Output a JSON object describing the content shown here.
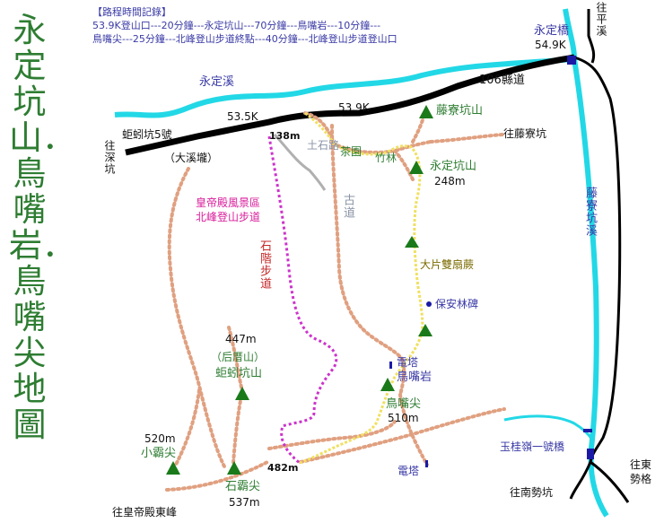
{
  "title": "永定坑山．鳥嘴岩．鳥嘴尖地圖",
  "legend": {
    "heading": "【路程時間記錄】",
    "line1": "53.9K登山口---20分鐘---永定坑山---70分鐘---鳥嘴岩---10分鐘---",
    "line2": "鳥嘴尖---25分鐘---北峰登山步道終點---40分鐘---北峰登山步道登山口"
  },
  "labels": {
    "yongding_creek": "永定溪",
    "county_road": "106縣道",
    "km535": "53.5K",
    "km539": "53.9K",
    "km549": "54.9K",
    "yongding_bridge": "永定橋",
    "pingxi": "往平溪",
    "bridge_no5": "蚷蚓坑5號",
    "to_shenkeng": "往深坑",
    "daxilong": "（大溪壠）",
    "elev138": "138m",
    "earth_road": "土石路",
    "tea_garden": "茶園",
    "bamboo": "竹林",
    "tengliao_peak": "藤寮坑山",
    "to_tengliao": "往藤寮坑",
    "yongding_peak": "永定坑山",
    "elev248": "248m",
    "old_trail": "古道",
    "tengliao_creek": "藤寮坑溪",
    "scenic_line1": "皇帝殿風景區",
    "scenic_line2": "北峰登山步道",
    "stone_steps": "石階步道",
    "fan_fern": "大片雙扇蕨",
    "forest_tablet": "保安林碑",
    "elev447": "447m",
    "houcuo": "（后厝山）",
    "qiuyin_peak": "蚷蚓坑山",
    "tower1": "電塔",
    "bird_rock": "鳥嘴岩",
    "bird_peak": "鳥嘴尖",
    "elev510": "510m",
    "elev520": "520m",
    "xiaoba": "小霸尖",
    "shiba": "石霸尖",
    "elev537": "537m",
    "elev482": "482m",
    "tower2": "電塔",
    "yuguiling_bridge": "玉桂嶺一號橋",
    "to_nanshi": "往南勢坑",
    "to_dongshi": "往東勢格",
    "to_emperor": "往皇帝殿東峰"
  },
  "colors": {
    "road": "#000000",
    "river": "#22d8e6",
    "trail_dotted": "#e0a080",
    "route_yellow": "#f0e060",
    "stone_steps": "#cc33cc",
    "dirt_road": "#b0b0b0",
    "peak": "#1a7a1a"
  },
  "icons": [
    "peak-triangle-icon",
    "power-tower-icon",
    "tablet-marker-icon",
    "bridge-marker-icon"
  ]
}
